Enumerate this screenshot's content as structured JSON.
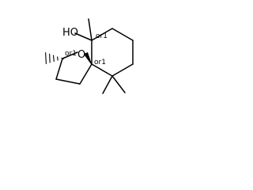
{
  "molecule": {
    "atoms": {
      "hydroxyl": "HO",
      "ring_oxygen": "O"
    },
    "stereo_labels": {
      "c2": "or1",
      "c5": "or1",
      "c7": "or1"
    }
  }
}
